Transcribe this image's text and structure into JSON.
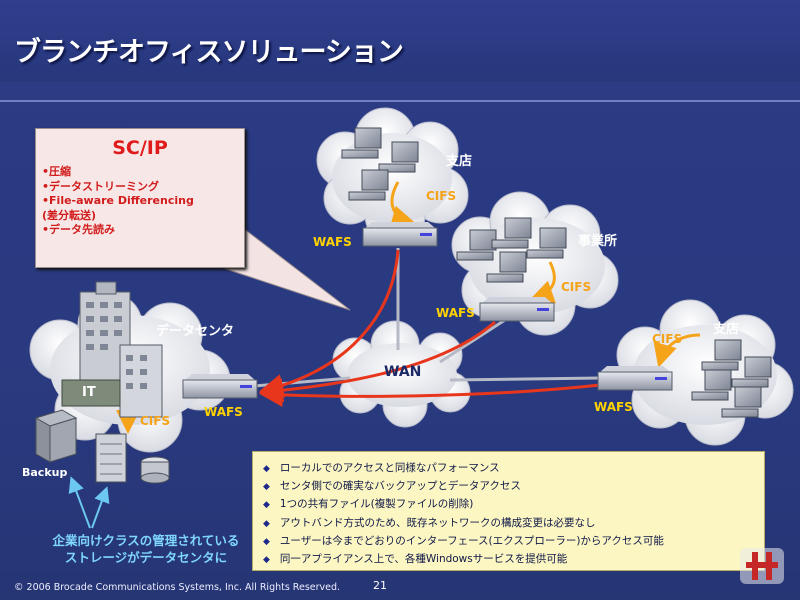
{
  "title": "ブランチオフィスソリューション",
  "callout": {
    "title": "SC/IP",
    "items": [
      "•圧縮",
      "•データストリーミング",
      "•File-aware Differencing",
      "(差分転送)",
      "•データ先読み"
    ]
  },
  "sites": {
    "branch_top": "支店",
    "office": "事業所",
    "branch_right": "支店",
    "datacenter": "データセンタ"
  },
  "network": {
    "wan": "WAN",
    "it": "IT",
    "backup": "Backup"
  },
  "protocols": {
    "wafs": "WAFS",
    "cifs": "CIFS"
  },
  "features": [
    "ローカルでのアクセスと同様なパフォーマンス",
    "センタ側での確実なバックアップとデータアクセス",
    "1つの共有ファイル(複製ファイルの削除)",
    "アウトバンド方式のため、既存ネットワークの構成変更は必要なし",
    "ユーザーは今までどおりのインターフェース(エクスプローラー)からアクセス可能",
    "同一アプライアンス上で、各種Windowsサービスを提供可能"
  ],
  "storage_note": [
    "企業向けクラスの管理されている",
    "ストレージがデータセンタに"
  ],
  "footer": "© 2006 Brocade Communications Systems, Inc. All Rights Reserved.",
  "page_number": "21",
  "colors": {
    "background": "#2a3a80",
    "wan_link": "#e8361c",
    "cifs_arrow": "#f5a319",
    "wafs_label": "#ffd200",
    "callout_text": "#e01b1b"
  }
}
